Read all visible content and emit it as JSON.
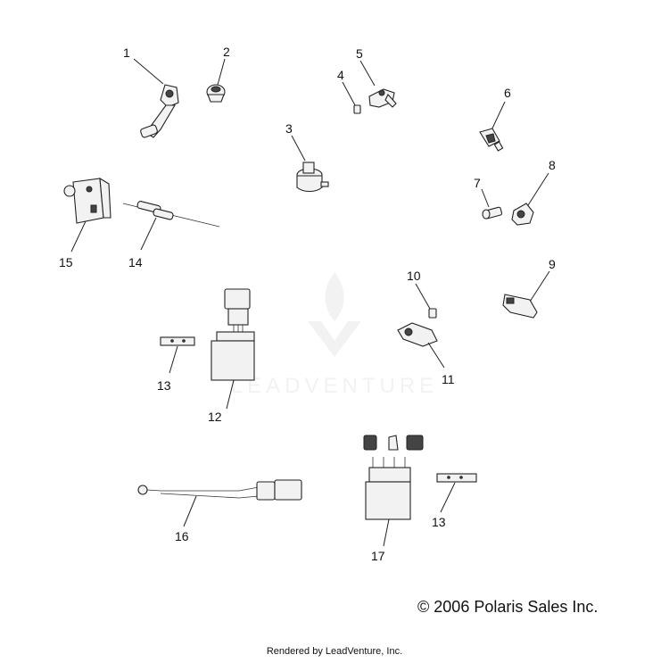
{
  "callouts": {
    "c1": "1",
    "c2": "2",
    "c3": "3",
    "c4": "4",
    "c5": "5",
    "c6": "6",
    "c7": "7",
    "c8": "8",
    "c9": "9",
    "c10": "10",
    "c11": "11",
    "c12": "12",
    "c13a": "13",
    "c13b": "13",
    "c14": "14",
    "c15": "15",
    "c16": "16",
    "c17": "17"
  },
  "watermark": {
    "text": "LEADVENTURE"
  },
  "copyright": {
    "symbol": "©",
    "text": "2006 Polaris Sales Inc."
  },
  "footer": {
    "text": "Rendered by LeadVenture, Inc."
  }
}
